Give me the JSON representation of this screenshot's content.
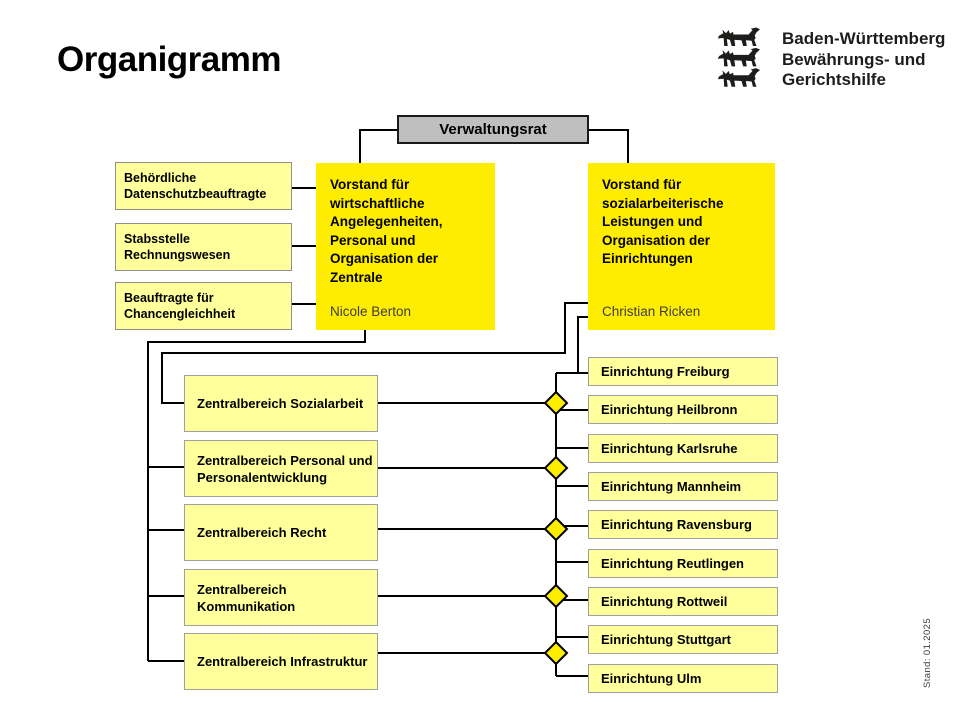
{
  "page": {
    "title": "Organigramm",
    "stand_note": "Stand: 01.2025"
  },
  "logo": {
    "emblem": "baden-wuerttemberg-three-lions",
    "lines": [
      "Baden-Württemberg",
      "Bewährungs- und",
      "Gerichtshilfe"
    ]
  },
  "org": {
    "root": "Verwaltungsrat",
    "board": [
      {
        "title": "Vorstand für wirtschaftliche Angelegenheiten, Personal und Organisation der Zentrale",
        "person": "Nicole Berton"
      },
      {
        "title": "Vorstand für sozialarbeiterische Leistungen und Organisation der Einrichtungen",
        "person": "Christian Ricken"
      }
    ],
    "staff_units": [
      "Behördliche Datenschutzbeauftragte",
      "Stabsstelle Rechnungswesen",
      "Beauftragte für Chancengleichheit"
    ],
    "central_units": [
      "Zentralbereich Sozialarbeit",
      "Zentralbereich Personal und Personalentwicklung",
      "Zentralbereich Recht",
      "Zentralbereich Kommunikation",
      "Zentralbereich Infrastruktur"
    ],
    "facilities": [
      "Einrichtung Freiburg",
      "Einrichtung Heilbronn",
      "Einrichtung Karlsruhe",
      "Einrichtung Mannheim",
      "Einrichtung Ravensburg",
      "Einrichtung Reutlingen",
      "Einrichtung Rottweil",
      "Einrichtung Stuttgart",
      "Einrichtung Ulm"
    ]
  },
  "colors": {
    "vorstand_yellow": "#FFED00",
    "unit_yellow": "#FFFF9C",
    "root_gray": "#BFBFBF",
    "line_black": "#000000"
  }
}
